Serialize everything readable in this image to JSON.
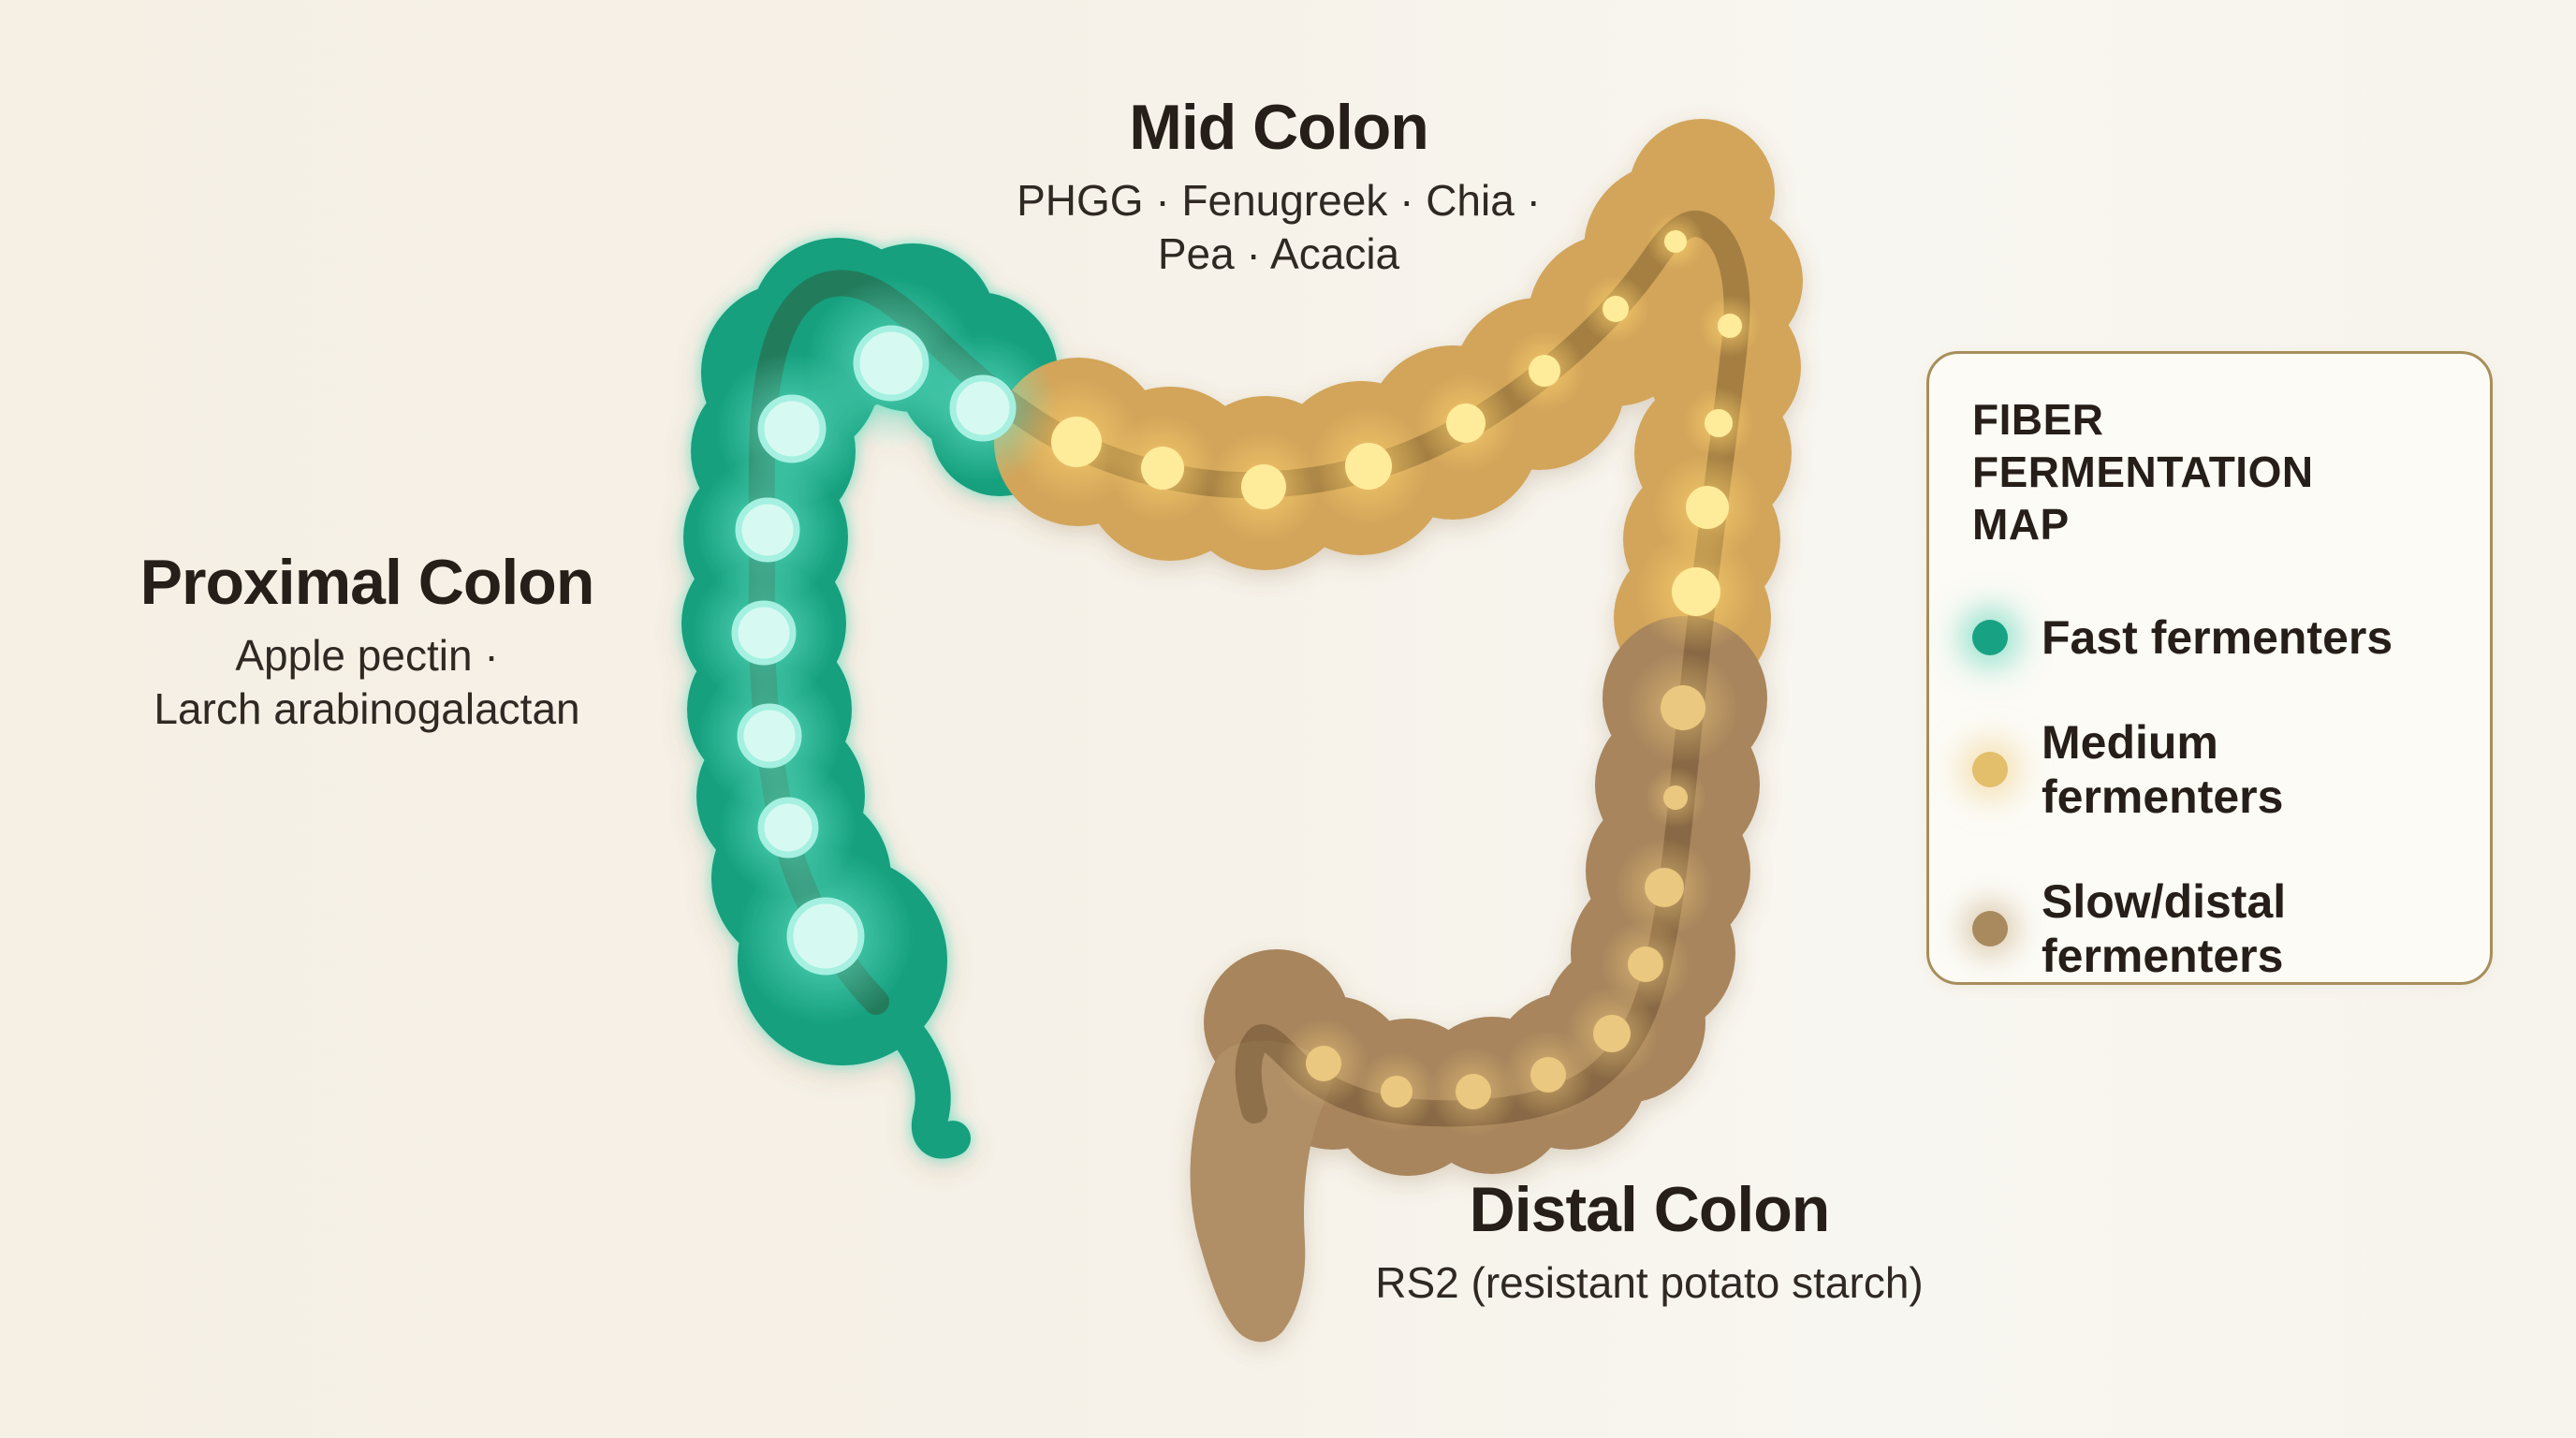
{
  "page": {
    "background_color": "#f6f1e8",
    "text_color": "#261e18"
  },
  "sections": {
    "proximal": {
      "title": "Proximal Colon",
      "fibers": "Apple pectin ·\nLarch arabinogalactan",
      "fermentation_speed": "fast"
    },
    "mid": {
      "title": "Mid Colon",
      "fibers": "PHGG · Fenugreek · Chia ·\nPea · Acacia",
      "fermentation_speed": "medium"
    },
    "distal": {
      "title": "Distal Colon",
      "fibers": "RS2 (resistant potato starch)",
      "fermentation_speed": "slow"
    }
  },
  "legend": {
    "title": "FIBER FERMENTATION\nMAP",
    "border_color": "#a78e5b",
    "items": [
      {
        "id": "fast",
        "label": "Fast fermenters",
        "color": "#17a383"
      },
      {
        "id": "medium",
        "label": "Medium\nfermenters",
        "color": "#e3bf6b"
      },
      {
        "id": "slow",
        "label": "Slow/distal\nfermenters",
        "color": "#a98a5f"
      }
    ]
  },
  "diagram": {
    "type": "colon-fermentation-map",
    "regions": [
      {
        "id": "proximal-colon",
        "segment": "ascending colon + cecum + appendix",
        "speed": "fast",
        "fill_color": "#13a07e",
        "dot_color": "#d6faf1"
      },
      {
        "id": "mid-colon",
        "segment": "transverse colon + splenic flexure",
        "speed": "medium",
        "fill_color": "#d2a55a",
        "dot_color": "#ffec9b"
      },
      {
        "id": "distal-colon",
        "segment": "descending colon + sigmoid",
        "speed": "slow",
        "fill_color": "#a8855c",
        "dot_color": "#eac87f"
      },
      {
        "id": "rectum",
        "segment": "rectum",
        "speed": "slow",
        "fill_color": "#b08e66",
        "dot_color": null
      }
    ],
    "lumen_line_color": "rgba(62,40,14,0.30)"
  }
}
